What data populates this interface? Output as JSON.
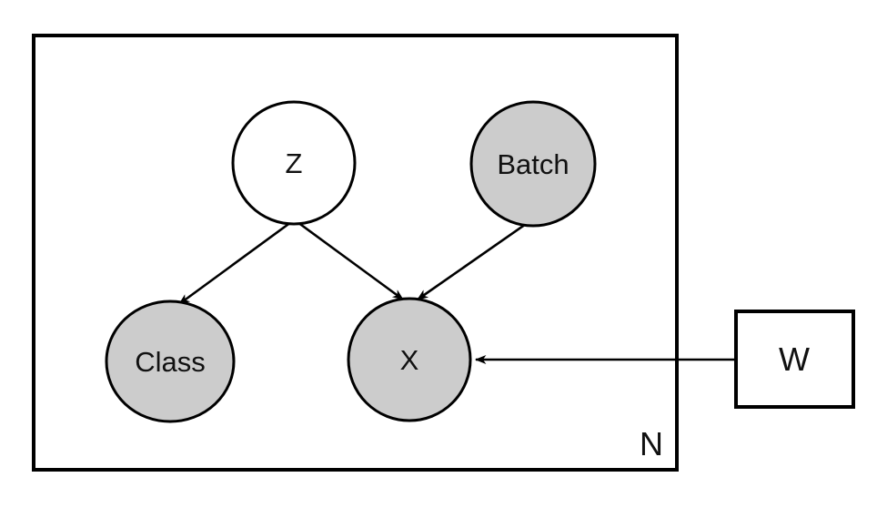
{
  "diagram": {
    "type": "plate-model-graph",
    "plate": {
      "label": "N"
    },
    "nodes": [
      {
        "id": "z",
        "label": "Z",
        "shape": "circle",
        "shaded": false
      },
      {
        "id": "batch",
        "label": "Batch",
        "shape": "circle",
        "shaded": true
      },
      {
        "id": "class",
        "label": "Class",
        "shape": "circle",
        "shaded": true
      },
      {
        "id": "x",
        "label": "X",
        "shape": "circle",
        "shaded": true
      },
      {
        "id": "w",
        "label": "W",
        "shape": "square",
        "shaded": false
      }
    ],
    "edges": [
      {
        "from": "Z",
        "to": "Class"
      },
      {
        "from": "Z",
        "to": "X"
      },
      {
        "from": "Batch",
        "to": "X"
      },
      {
        "from": "W",
        "to": "X"
      }
    ],
    "colors": {
      "shaded_node_fill": "#cccccc",
      "unshaded_node_fill": "#ffffff",
      "stroke": "#000000",
      "background": "#ffffff"
    }
  }
}
